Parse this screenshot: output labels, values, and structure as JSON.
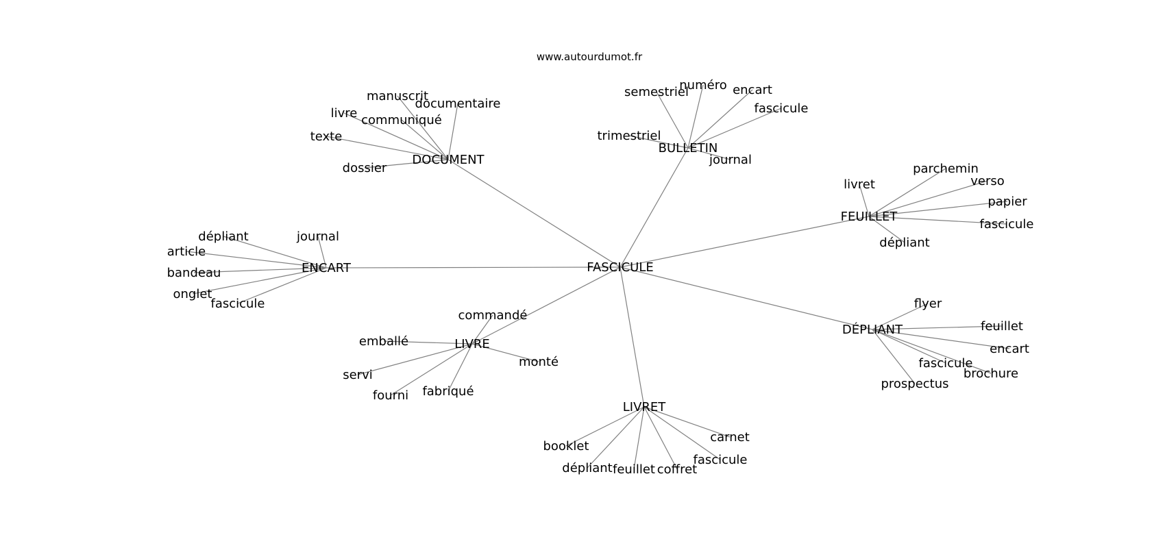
{
  "source": "www.autourdumot.fr",
  "center": "FASCICULE",
  "clusters": [
    {
      "label": "DOCUMENT",
      "words": [
        "manuscrit",
        "documentaire",
        "livre",
        "communiqué",
        "texte",
        "dossier"
      ]
    },
    {
      "label": "BULLETIN",
      "words": [
        "semestriel",
        "numéro",
        "encart",
        "fascicule",
        "trimestriel",
        "journal"
      ]
    },
    {
      "label": "FEUILLET",
      "words": [
        "livret",
        "parchemin",
        "verso",
        "papier",
        "fascicule",
        "dépliant"
      ]
    },
    {
      "label": "ENCART",
      "words": [
        "dépliant",
        "journal",
        "article",
        "bandeau",
        "onglet",
        "fascicule"
      ]
    },
    {
      "label": "DÉPLIANT",
      "words": [
        "flyer",
        "feuillet",
        "encart",
        "fascicule",
        "brochure",
        "prospectus"
      ]
    },
    {
      "label": "LIVRE",
      "words": [
        "commandé",
        "emballé",
        "monté",
        "servi",
        "fourni",
        "fabriqué"
      ]
    },
    {
      "label": "LIVRET",
      "words": [
        "booklet",
        "carnet",
        "fascicule",
        "dépliant",
        "feuillet",
        "coffret"
      ]
    }
  ]
}
